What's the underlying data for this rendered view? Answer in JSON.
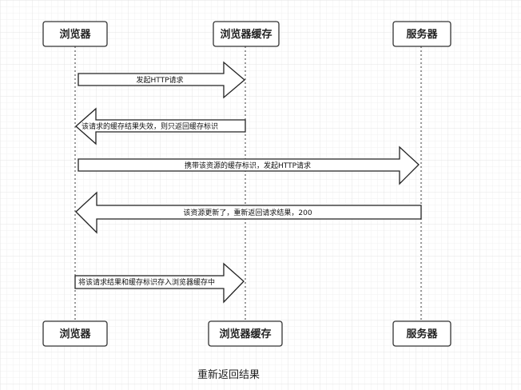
{
  "participants": [
    {
      "id": "browser",
      "label": "浏览器"
    },
    {
      "id": "cache",
      "label": "浏览器缓存"
    },
    {
      "id": "server",
      "label": "服务器"
    }
  ],
  "messages": [
    {
      "id": "m1",
      "from": "browser",
      "to": "cache",
      "label": "发起HTTP请求"
    },
    {
      "id": "m2",
      "from": "cache",
      "to": "browser",
      "label": "该请求的缓存结果失效，则只返回缓存标识"
    },
    {
      "id": "m3",
      "from": "browser",
      "to": "server",
      "label": "携带该资源的缓存标识，发起HTTP请求"
    },
    {
      "id": "m4",
      "from": "server",
      "to": "browser",
      "label": "该资源更新了，重新返回请求结果，200"
    },
    {
      "id": "m5",
      "from": "browser",
      "to": "cache",
      "label": "将该请求结果和缓存标识存入浏览器缓存中"
    }
  ],
  "caption": "重新返回结果"
}
